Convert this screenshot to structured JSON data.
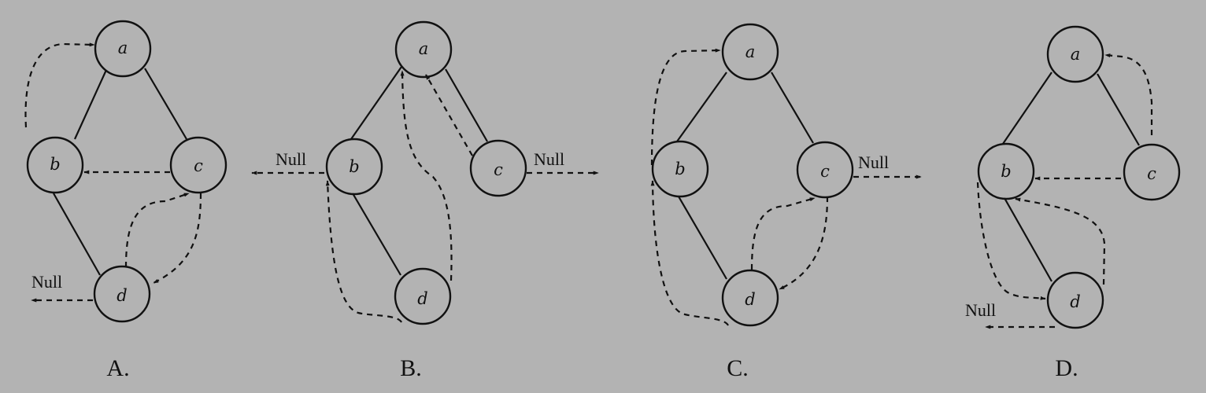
{
  "colors": {
    "background": "#b3b3b3",
    "ink": "#111111"
  },
  "null_text": "Null",
  "diagrams": [
    {
      "option": "A.",
      "nodes": [
        {
          "id": "a",
          "label": "a"
        },
        {
          "id": "b",
          "label": "b"
        },
        {
          "id": "c",
          "label": "c"
        },
        {
          "id": "d",
          "label": "d"
        }
      ],
      "edges": [
        [
          "a",
          "b"
        ],
        [
          "a",
          "c"
        ],
        [
          "b",
          "d"
        ]
      ],
      "threads": [
        {
          "from": "b",
          "to": "a"
        },
        {
          "from": "c",
          "to": "b"
        },
        {
          "from": "d",
          "to": "c"
        },
        {
          "from": "c",
          "to": "d"
        },
        {
          "from": "d",
          "to": "Null"
        }
      ],
      "null_labels": [
        "Null"
      ]
    },
    {
      "option": "B.",
      "nodes": [
        {
          "id": "a",
          "label": "a"
        },
        {
          "id": "b",
          "label": "b"
        },
        {
          "id": "c",
          "label": "c"
        },
        {
          "id": "d",
          "label": "d"
        }
      ],
      "edges": [
        [
          "a",
          "b"
        ],
        [
          "a",
          "c"
        ],
        [
          "b",
          "d"
        ]
      ],
      "threads": [
        {
          "from": "b",
          "to": "Null"
        },
        {
          "from": "d",
          "to": "b"
        },
        {
          "from": "d",
          "to": "a"
        },
        {
          "from": "c",
          "to": "a"
        },
        {
          "from": "c",
          "to": "Null"
        }
      ],
      "null_labels": [
        "Null",
        "Null"
      ]
    },
    {
      "option": "C.",
      "nodes": [
        {
          "id": "a",
          "label": "a"
        },
        {
          "id": "b",
          "label": "b"
        },
        {
          "id": "c",
          "label": "c"
        },
        {
          "id": "d",
          "label": "d"
        }
      ],
      "edges": [
        [
          "a",
          "b"
        ],
        [
          "a",
          "c"
        ],
        [
          "b",
          "d"
        ]
      ],
      "threads": [
        {
          "from": "b",
          "to": "a"
        },
        {
          "from": "d",
          "to": "b"
        },
        {
          "from": "d",
          "to": "c"
        },
        {
          "from": "c",
          "to": "d"
        },
        {
          "from": "c",
          "to": "Null"
        }
      ],
      "null_labels": [
        "Null"
      ]
    },
    {
      "option": "D.",
      "nodes": [
        {
          "id": "a",
          "label": "a"
        },
        {
          "id": "b",
          "label": "b"
        },
        {
          "id": "c",
          "label": "c"
        },
        {
          "id": "d",
          "label": "d"
        }
      ],
      "edges": [
        [
          "a",
          "b"
        ],
        [
          "a",
          "c"
        ],
        [
          "b",
          "d"
        ]
      ],
      "threads": [
        {
          "from": "c",
          "to": "a"
        },
        {
          "from": "c",
          "to": "b"
        },
        {
          "from": "b",
          "to": "d"
        },
        {
          "from": "d",
          "to": "b"
        },
        {
          "from": "d",
          "to": "Null"
        }
      ],
      "null_labels": [
        "Null"
      ]
    }
  ]
}
